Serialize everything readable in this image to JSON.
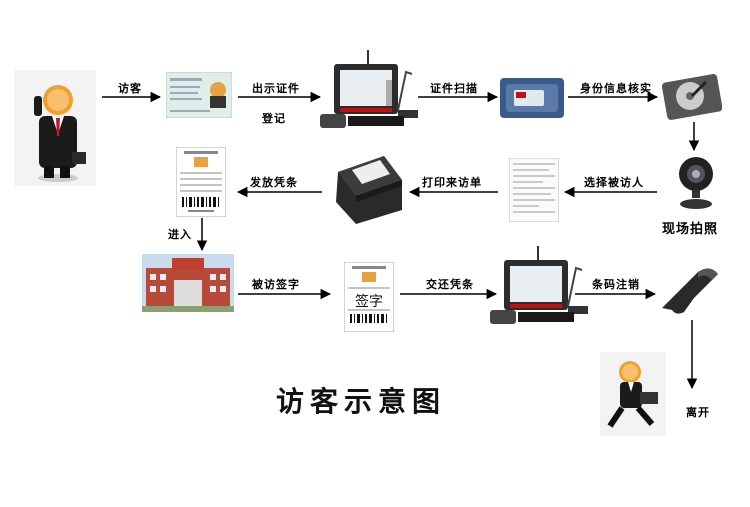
{
  "labels": {
    "visitor": "访客",
    "show_id": "出示证件",
    "register": "登记",
    "scan_id": "证件扫描",
    "verify": "身份信息核实",
    "photo": "现场拍照",
    "select_host": "选择被访人",
    "print_slip": "打印来访单",
    "issue_slip": "发放凭条",
    "enter": "进入",
    "host_sign": "被访签字",
    "return_slip": "交还凭条",
    "barcode_cancel": "条码注销",
    "leave": "离开",
    "title": "访客示意图"
  },
  "slip_text": {
    "sign": "签字"
  }
}
